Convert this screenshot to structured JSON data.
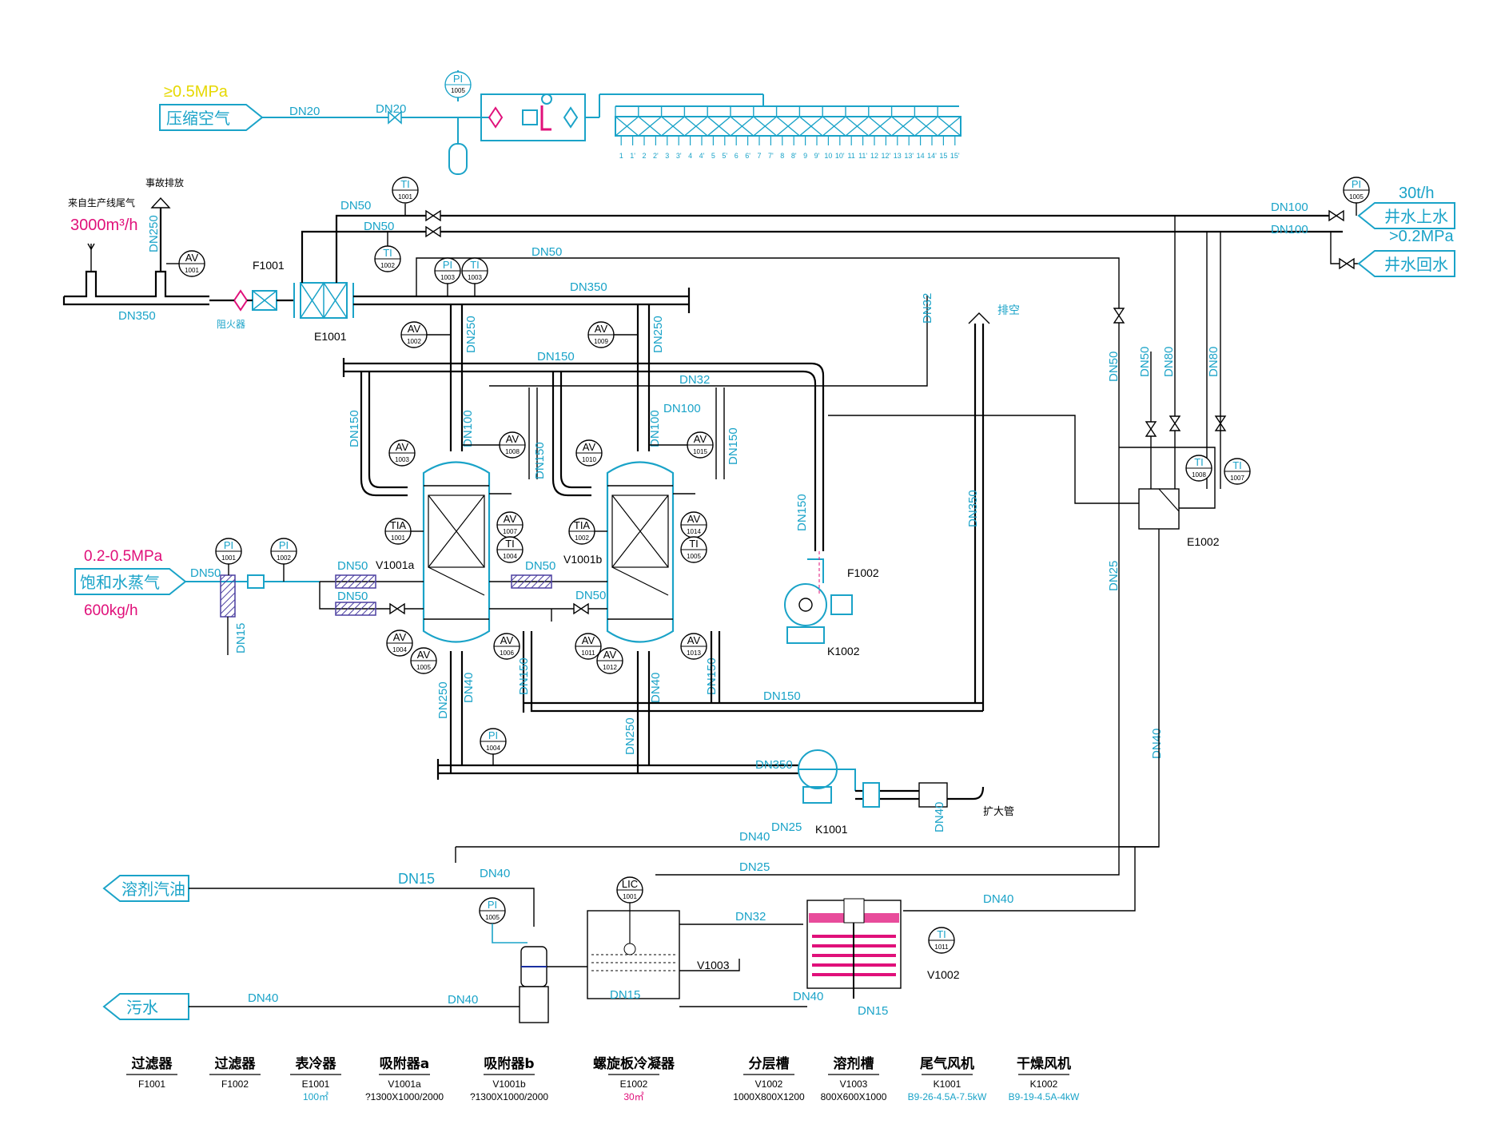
{
  "inputs": {
    "air": {
      "pressure": "≥0.5MPa",
      "name": "压缩空气",
      "dn1": "DN20",
      "dn2": "DN20"
    },
    "exhaust": {
      "source": "来自生产线尾气",
      "flow": "3000m³/h",
      "emergency": "事故排放",
      "dn_main": "DN350",
      "dn_vent": "DN250",
      "arrester": "阻火器"
    },
    "steam": {
      "pressure": "0.2-0.5MPa",
      "name": "饱和水蒸气",
      "flow": "600kg/h",
      "dn": "DN50",
      "dn_drain": "DN15"
    },
    "well_supply": {
      "flow": "30t/h",
      "name": "井水上水",
      "dn": "DN100"
    },
    "well_return": {
      "pressure": ">0.2MPa",
      "name": "井水回水",
      "dn": "DN100"
    },
    "solvent_out": {
      "name": "溶剂汽油",
      "dn": "DN15"
    },
    "waste_out": {
      "name": "污水",
      "dn": "DN40"
    }
  },
  "labels": {
    "vent": "排空",
    "expander": "扩大管",
    "dn350": "DN350",
    "dn250": "DN250",
    "dn150": "DN150",
    "dn100": "DN100",
    "dn80": "DN80",
    "dn50": "DN50",
    "dn40": "DN40",
    "dn32": "DN32",
    "dn25": "DN25",
    "dn15": "DN15"
  },
  "equipment_tags": [
    "F1001",
    "E1001",
    "V1001a",
    "V1001b",
    "F1002",
    "K1002",
    "E1002",
    "K1001",
    "V1003",
    "V1002"
  ],
  "instruments": [
    {
      "tag": "PI",
      "num": "1005"
    },
    {
      "tag": "TI",
      "num": "1001"
    },
    {
      "tag": "TI",
      "num": "1002"
    },
    {
      "tag": "AV",
      "num": "1001"
    },
    {
      "tag": "PI",
      "num": "1003"
    },
    {
      "tag": "TI",
      "num": "1003"
    },
    {
      "tag": "AV",
      "num": "1002"
    },
    {
      "tag": "AV",
      "num": "1009"
    },
    {
      "tag": "AV",
      "num": "1003"
    },
    {
      "tag": "AV",
      "num": "1008"
    },
    {
      "tag": "AV",
      "num": "1010"
    },
    {
      "tag": "AV",
      "num": "1015"
    },
    {
      "tag": "TIA",
      "num": "1001"
    },
    {
      "tag": "AV",
      "num": "1007"
    },
    {
      "tag": "TI",
      "num": "1004"
    },
    {
      "tag": "TIA",
      "num": "1002"
    },
    {
      "tag": "AV",
      "num": "1014"
    },
    {
      "tag": "TI",
      "num": "1005"
    },
    {
      "tag": "PI",
      "num": "1001"
    },
    {
      "tag": "PI",
      "num": "1002"
    },
    {
      "tag": "AV",
      "num": "1004"
    },
    {
      "tag": "AV",
      "num": "1005"
    },
    {
      "tag": "AV",
      "num": "1006"
    },
    {
      "tag": "AV",
      "num": "1011"
    },
    {
      "tag": "AV",
      "num": "1012"
    },
    {
      "tag": "AV",
      "num": "1013"
    },
    {
      "tag": "PI",
      "num": "1004"
    },
    {
      "tag": "LIC",
      "num": "1001"
    },
    {
      "tag": "PI",
      "num": "1005"
    },
    {
      "tag": "TI",
      "num": "1011"
    },
    {
      "tag": "PI",
      "num": "1005"
    },
    {
      "tag": "TI",
      "num": "1008"
    },
    {
      "tag": "TI",
      "num": "1007"
    }
  ],
  "nozzles": [
    "1",
    "1'",
    "2",
    "2'",
    "3",
    "3'",
    "4",
    "4'",
    "5",
    "5'",
    "6",
    "6'",
    "7",
    "7'",
    "8",
    "8'",
    "9",
    "9'",
    "10",
    "10'",
    "11",
    "11'",
    "12",
    "12'",
    "13",
    "13'",
    "14",
    "14'",
    "15",
    "15'"
  ],
  "legend": [
    {
      "name": "过滤器",
      "tag": "F1001",
      "spec": ""
    },
    {
      "name": "过滤器",
      "tag": "F1002",
      "spec": ""
    },
    {
      "name": "表冷器",
      "tag": "E1001",
      "spec": "100㎡"
    },
    {
      "name": "吸附器a",
      "tag": "V1001a",
      "spec": "?1300X1000/2000"
    },
    {
      "name": "吸附器b",
      "tag": "V1001b",
      "spec": "?1300X1000/2000"
    },
    {
      "name": "螺旋板冷凝器",
      "tag": "E1002",
      "spec": "30㎡"
    },
    {
      "name": "分层槽",
      "tag": "V1002",
      "spec": "1000X800X1200"
    },
    {
      "name": "溶剂槽",
      "tag": "V1003",
      "spec": "800X600X1000"
    },
    {
      "name": "尾气风机",
      "tag": "K1001",
      "spec": "B9-26-4.5A-7.5kW"
    },
    {
      "name": "干燥风机",
      "tag": "K1002",
      "spec": "B9-19-4.5A-4kW"
    }
  ],
  "colors": {
    "line": "#000000",
    "accent": "#1aa3c8",
    "highlight": "#e0107a",
    "yellow": "#f2e600",
    "hatch": "#4b3fa0"
  }
}
